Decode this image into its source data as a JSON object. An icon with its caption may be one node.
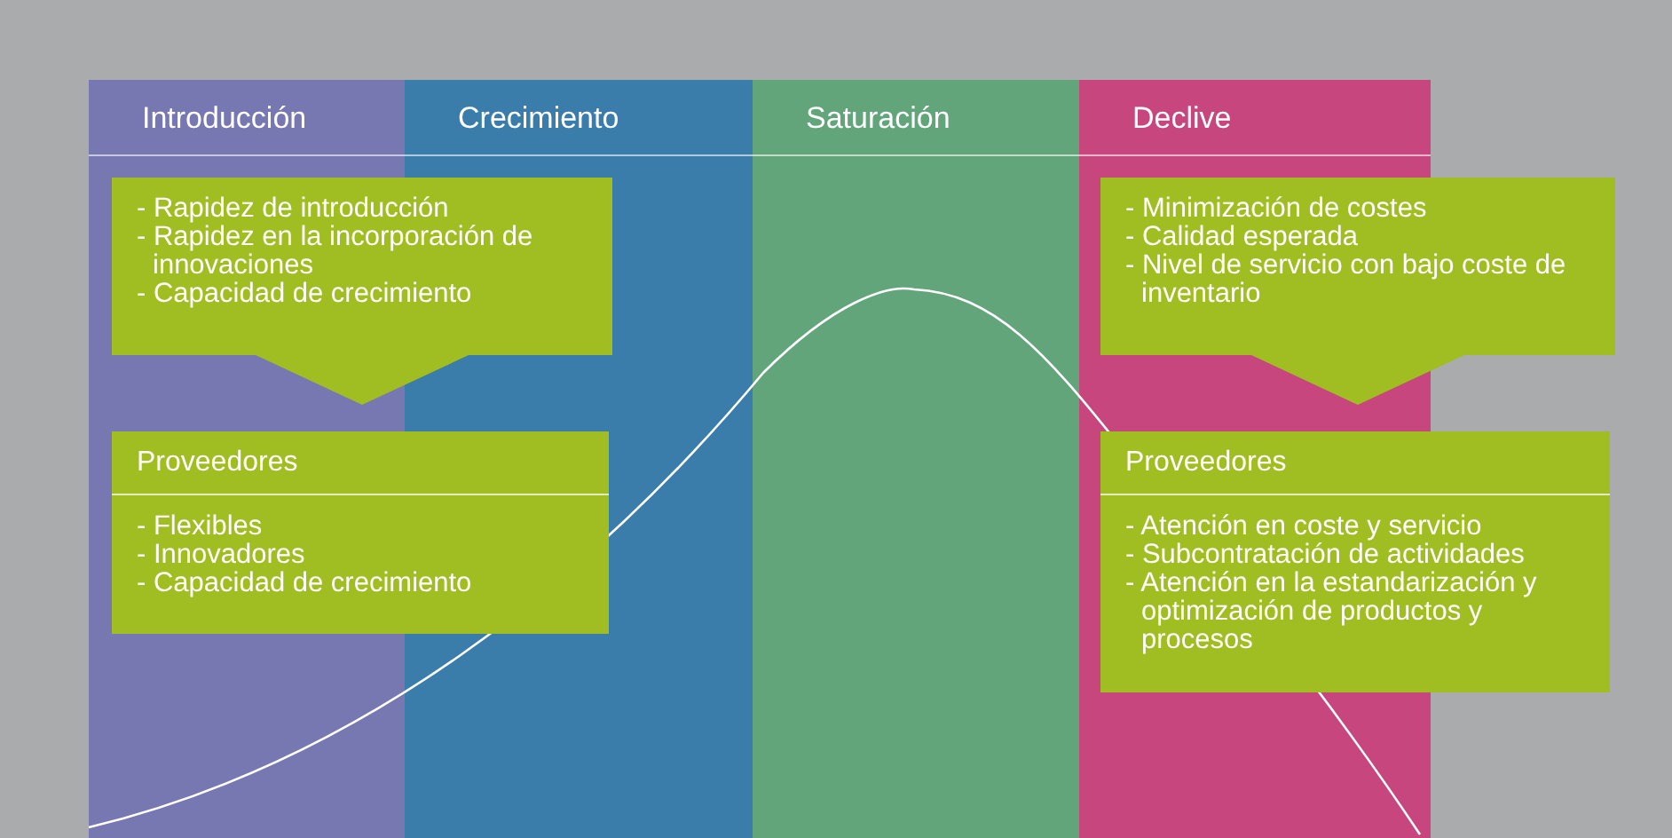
{
  "diagram": {
    "nodes": [
      {
        "text": [
          "Introducción"
        ]
      },
      {
        "text": [
          "Crecimiento"
        ]
      },
      {
        "text": [
          "Saturación"
        ]
      },
      {
        "text": [
          "Declive"
        ]
      },
      {
        "text": [
          "- Rapidez de introducción",
          "- Rapidez en la incorporación de innovaciones",
          "- Capacidad de crecimiento"
        ]
      },
      {
        "text": [
          "Proveedores",
          "- Flexibles",
          "- Innovadores",
          "- Capacidad de crecimiento"
        ]
      },
      {
        "text": [
          "- Minimización de costes",
          "- Calidad esperada",
          "- Nivel de servicio con bajo coste de inventario"
        ]
      },
      {
        "text": [
          "Proveedores",
          "- Atención en coste y servicio",
          "- Subcontratación de actividades",
          "- Atención en la estandarización y optimización de productos y procesos"
        ]
      }
    ]
  }
}
